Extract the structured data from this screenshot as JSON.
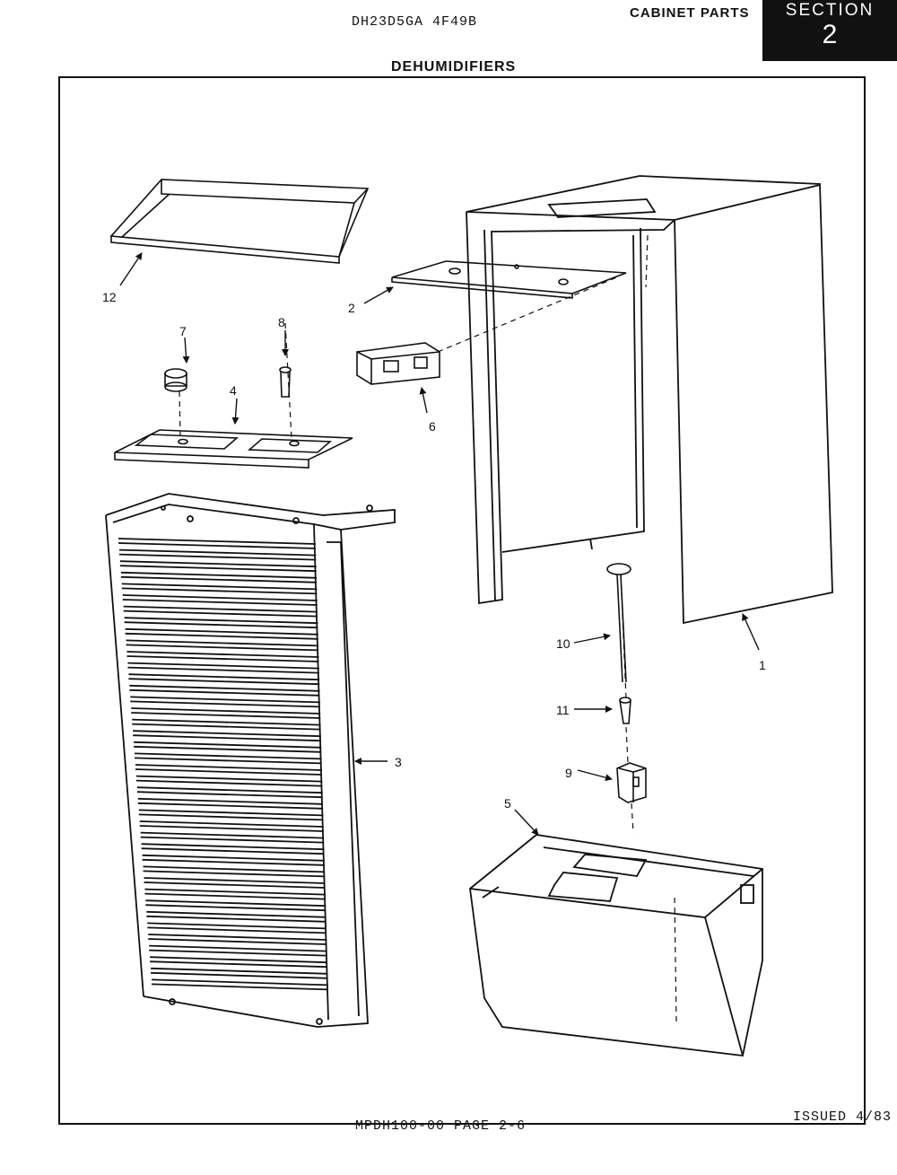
{
  "header": {
    "model_numbers": "DH23D5GA  4F49B",
    "category": "CABINET PARTS",
    "section_label": "SECTION",
    "section_number": "2",
    "title": "DEHUMIDIFIERS"
  },
  "footer": {
    "doc_page": "MPDH100-00   PAGE 2-6",
    "issued": "ISSUED 4/83"
  },
  "callouts": [
    "1",
    "2",
    "3",
    "4",
    "5",
    "6",
    "7",
    "8",
    "9",
    "10",
    "11",
    "12"
  ]
}
